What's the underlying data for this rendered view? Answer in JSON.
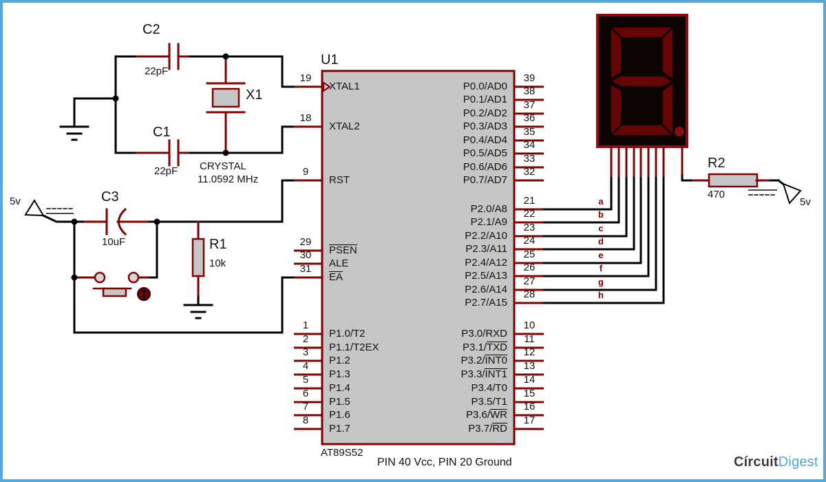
{
  "frame": {
    "note": "PIN 40 Vcc, PIN 20 Ground"
  },
  "chip": {
    "ref": "U1",
    "part": "AT89S52",
    "left": [
      [
        {
          "num": "19",
          "label": "XTAL1",
          "clk": true
        },
        {
          "num": "18",
          "label": "XTAL2"
        },
        {
          "num": "9",
          "label": "RST"
        }
      ],
      [
        {
          "num": "29",
          "label": "PSEN",
          "over": "PSEN"
        },
        {
          "num": "30",
          "label": "ALE"
        },
        {
          "num": "31",
          "label": "EA",
          "over": "EA"
        }
      ],
      [
        {
          "num": "1",
          "label": "P1.0/T2"
        },
        {
          "num": "2",
          "label": "P1.1/T2EX"
        },
        {
          "num": "3",
          "label": "P1.2"
        },
        {
          "num": "4",
          "label": "P1.3"
        },
        {
          "num": "5",
          "label": "P1.4"
        },
        {
          "num": "6",
          "label": "P1.5"
        },
        {
          "num": "7",
          "label": "P1.6"
        },
        {
          "num": "8",
          "label": "P1.7"
        }
      ]
    ],
    "right": [
      [
        {
          "num": "39",
          "label": "P0.0/AD0"
        },
        {
          "num": "38",
          "label": "P0.1/AD1"
        },
        {
          "num": "37",
          "label": "P0.2/AD2"
        },
        {
          "num": "36",
          "label": "P0.3/AD3"
        },
        {
          "num": "35",
          "label": "P0.4/AD4"
        },
        {
          "num": "34",
          "label": "P0.5/AD5"
        },
        {
          "num": "33",
          "label": "P0.6/AD6"
        },
        {
          "num": "32",
          "label": "P0.7/AD7"
        }
      ],
      [
        {
          "num": "21",
          "label": "P2.0/A8",
          "seg": "a"
        },
        {
          "num": "22",
          "label": "P2.1/A9",
          "seg": "b"
        },
        {
          "num": "23",
          "label": "P2.2/A10",
          "seg": "c"
        },
        {
          "num": "24",
          "label": "P2.3/A11",
          "seg": "d"
        },
        {
          "num": "25",
          "label": "P2.4/A12",
          "seg": "e"
        },
        {
          "num": "26",
          "label": "P2.5/A13",
          "seg": "f"
        },
        {
          "num": "27",
          "label": "P2.6/A14",
          "seg": "g"
        },
        {
          "num": "28",
          "label": "P2.7/A15",
          "seg": "h"
        }
      ],
      [
        {
          "num": "10",
          "label": "P3.0/RXD"
        },
        {
          "num": "11",
          "label": "P3.1/TXD",
          "over": "TXD"
        },
        {
          "num": "12",
          "label": "P3.2/INT0",
          "over": "INT0"
        },
        {
          "num": "13",
          "label": "P3.3/INT1",
          "over": "INT1"
        },
        {
          "num": "14",
          "label": "P3.4/T0"
        },
        {
          "num": "15",
          "label": "P3.5/T1"
        },
        {
          "num": "16",
          "label": "P3.6/WR",
          "over": "WR"
        },
        {
          "num": "17",
          "label": "P3.7/RD",
          "over": "RD"
        }
      ]
    ]
  },
  "components": {
    "c2": {
      "ref": "C2",
      "value": "22pF"
    },
    "c1": {
      "ref": "C1",
      "value": "22pF"
    },
    "c3": {
      "ref": "C3",
      "value": "10uF"
    },
    "x1": {
      "ref": "X1",
      "name": "CRYSTAL",
      "freq": "11.0592 MHz"
    },
    "r1": {
      "ref": "R1",
      "value": "10k"
    },
    "r2": {
      "ref": "R2",
      "value": "470"
    },
    "display": {
      "type": "7-segment-display",
      "segments": [
        "a",
        "b",
        "c",
        "d",
        "e",
        "f",
        "g",
        "h"
      ]
    }
  },
  "power": {
    "left": "5v",
    "right": "5v"
  },
  "logo": {
    "circuit": "Círcuit",
    "digest": "Digest"
  },
  "colors": {
    "accent_red": "#800000",
    "wire": "#000000",
    "frame_blue": "#55A7DC",
    "chip_fill": "#C6C6C6",
    "display_border": "#8B0D0D",
    "display_segment": "#660404",
    "logo_blue": "#4FA8DE"
  }
}
